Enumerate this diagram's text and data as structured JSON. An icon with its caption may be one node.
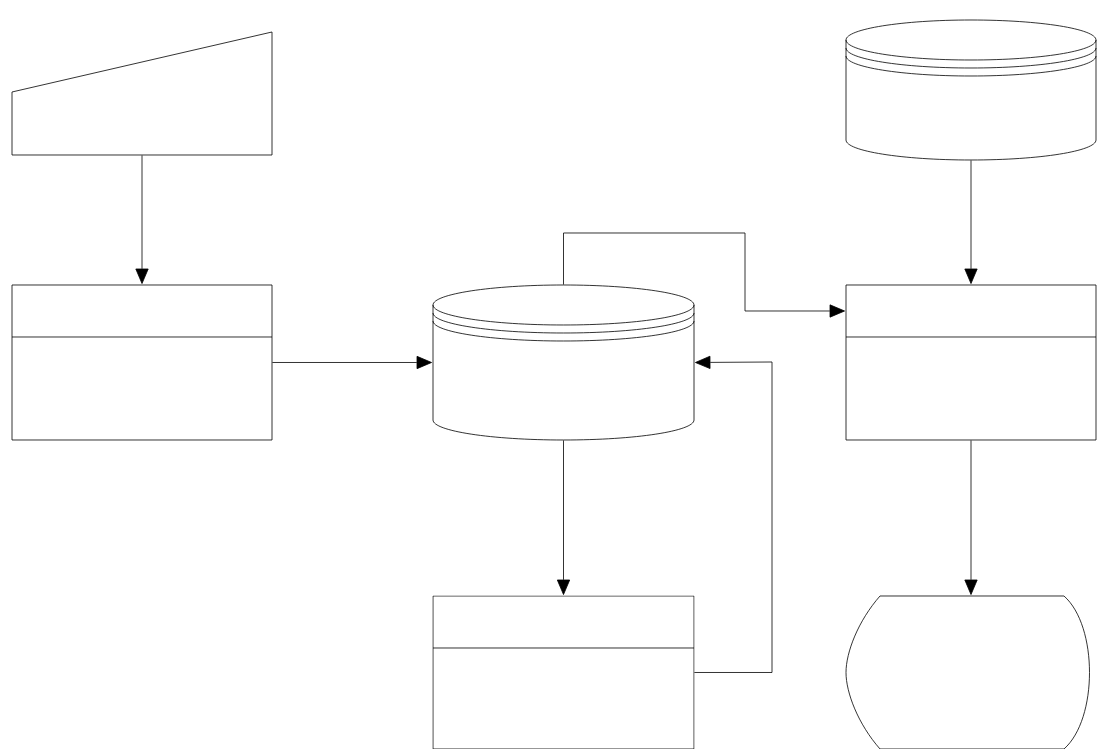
{
  "diagram": {
    "nodes": [
      {
        "text": [],
        "shape": "trapezoid"
      },
      {
        "text": [],
        "shape": "box"
      },
      {
        "text": [],
        "shape": "cylinder"
      },
      {
        "text": [],
        "shape": "cylinder"
      },
      {
        "text": [],
        "shape": "box"
      },
      {
        "text": [],
        "shape": "box"
      },
      {
        "text": [],
        "shape": "display"
      }
    ],
    "edges": [
      {
        "from": 0,
        "to": 1,
        "arrow": "to"
      },
      {
        "from": 1,
        "to": 2,
        "arrow": "to"
      },
      {
        "from": 2,
        "to": 4,
        "arrow": "to"
      },
      {
        "from": 3,
        "to": 4,
        "arrow": "to"
      },
      {
        "from": 2,
        "to": 5,
        "arrow": "to"
      },
      {
        "from": 5,
        "to": 2,
        "arrow": "to"
      },
      {
        "from": 4,
        "to": 6,
        "arrow": "to"
      }
    ]
  }
}
